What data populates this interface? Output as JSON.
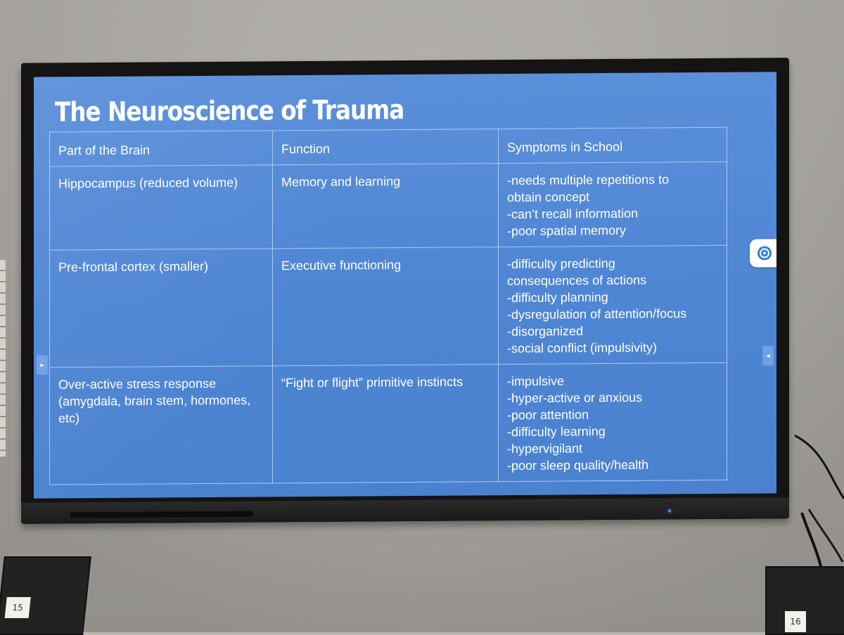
{
  "slide": {
    "title": "The Neuroscience of Trauma",
    "headers": [
      "Part of the Brain",
      "Function",
      "Symptoms in School"
    ],
    "rows": [
      {
        "part": "Hippocampus (reduced volume)",
        "function": "Memory and learning",
        "symptoms": [
          "-needs multiple repetitions to",
          "obtain concept",
          "-can’t recall information",
          "-poor spatial memory"
        ]
      },
      {
        "part": "Pre-frontal cortex (smaller)",
        "function": "Executive functioning",
        "symptoms": [
          "-difficulty predicting",
          "consequences of actions",
          "-difficulty planning",
          "-dysregulation of attention/focus",
          "-disorganized",
          "-social conflict (impulsivity)"
        ]
      },
      {
        "part": "Over-active stress response (amygdala, brain stem, hormones, etc)",
        "function": "“Fight or flight” primitive instincts",
        "symptoms": [
          "-impulsive",
          "-hyper-active or anxious",
          "-poor attention",
          "-difficulty learning",
          "-hypervigilant",
          "-poor sleep quality/health"
        ]
      }
    ]
  },
  "bins": {
    "left_label": "15",
    "right_label": "16"
  },
  "colors": {
    "slide_background": "#4f86d4",
    "grid_lines": "#a9c9f2",
    "text": "#ffffff",
    "bezel": "#141414",
    "wall": "#b0ada7"
  }
}
